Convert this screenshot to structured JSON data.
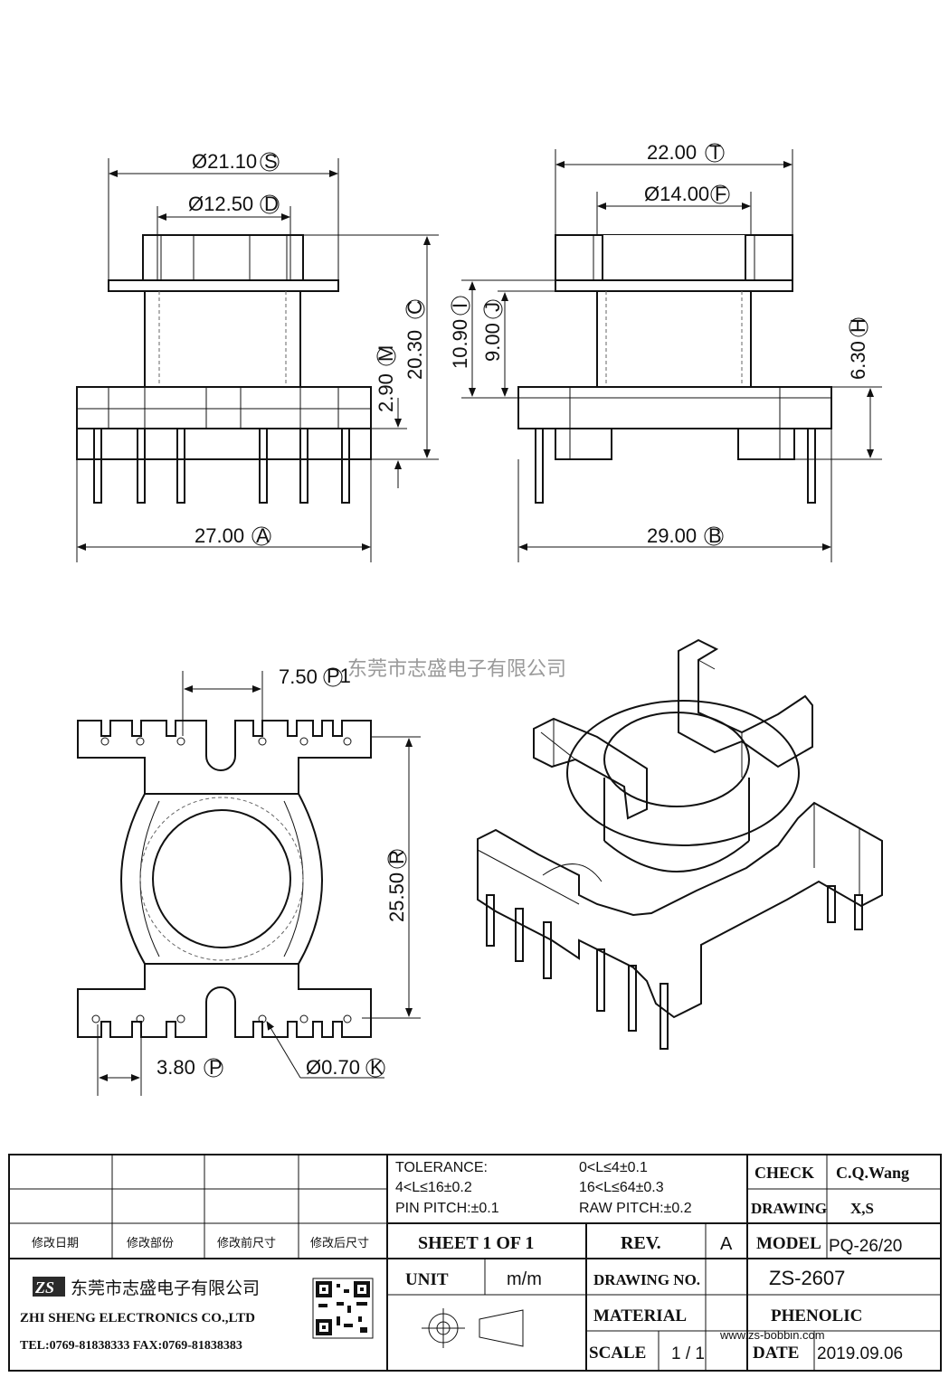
{
  "watermark": "东莞市志盛电子有限公司",
  "dimensions": {
    "front": {
      "outer_dia": "Ø21.10",
      "outer_dia_tag": "S",
      "inner_dia": "Ø12.50",
      "inner_dia_tag": "D",
      "height": "20.30",
      "height_tag": "C",
      "pin_len": "2.90",
      "pin_len_tag": "M",
      "width": "27.00",
      "width_tag": "A"
    },
    "side": {
      "outer": "22.00",
      "outer_tag": "T",
      "inner_dia": "Ø14.00",
      "inner_dia_tag": "F",
      "h1": "10.90",
      "h1_tag": "I",
      "h2": "9.00",
      "h2_tag": "J",
      "h3": "6.30",
      "h3_tag": "H",
      "width": "29.00",
      "width_tag": "B"
    },
    "bottom": {
      "pitch1": "7.50",
      "pitch1_tag": "P1",
      "span": "25.50",
      "span_tag": "R",
      "pitch": "3.80",
      "pitch_tag": "P",
      "pin_dia": "Ø0.70",
      "pin_dia_tag": "K"
    }
  },
  "title_block": {
    "tolerance_label": "TOLERANCE:",
    "tol1": "0<L≤4±0.1",
    "tol2": "4<L≤16±0.2",
    "tol3": "16<L≤64±0.3",
    "pin_pitch": "PIN PITCH:±0.1",
    "raw_pitch": "RAW PITCH:±0.2",
    "check_label": "CHECK",
    "check_value": "C.Q.Wang",
    "drawing_label": "DRAWING",
    "drawing_value": "X,S",
    "rev_headers": [
      "修改日期",
      "修改部份",
      "修改前尺寸",
      "修改后尺寸"
    ],
    "sheet": "SHEET  1  OF  1",
    "rev_label": "REV.",
    "rev_value": "A",
    "model_label": "MODEL",
    "model_value": "PQ-26/20",
    "company_cn": "东莞市志盛电子有限公司",
    "company_en": "ZHI SHENG  ELECTRONICS CO.,LTD",
    "contact": "TEL:0769-81838333 FAX:0769-81838383",
    "unit_label": "UNIT",
    "unit_value": "m/m",
    "drawing_no_label": "DRAWING  NO.",
    "drawing_no_value": "ZS-2607",
    "material_label": "MATERIAL",
    "material_value": "PHENOLIC",
    "scale_label": "SCALE",
    "scale_value": "1   /   1",
    "date_label": "DATE",
    "date_value": "2019.09.06",
    "website": "www.zs-bobbin.com",
    "logo_text": "ZS"
  }
}
